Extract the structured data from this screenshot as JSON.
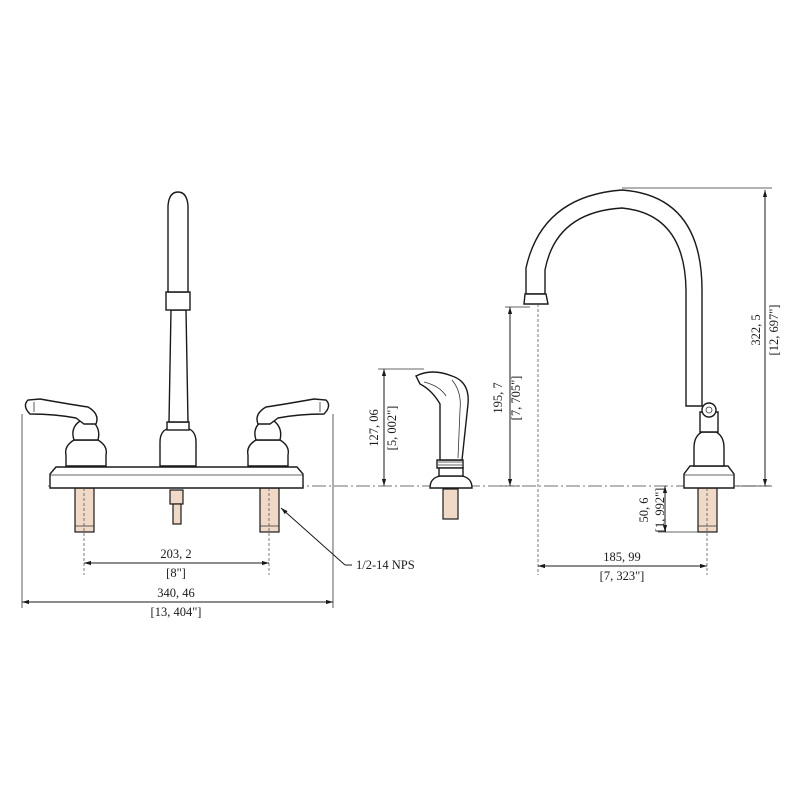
{
  "dimensions": {
    "handle_spacing": {
      "metric": "203, 2",
      "imperial": "[8\"]"
    },
    "overall_width": {
      "metric": "340, 46",
      "imperial": "[13, 404\"]"
    },
    "thread_note": "1/2-14 NPS",
    "sprayer_height": {
      "metric": "127, 06",
      "imperial": "[5, 002\"]"
    },
    "spout_outlet_height": {
      "metric": "195, 7",
      "imperial": "[7, 705\"]"
    },
    "overall_height": {
      "metric": "322, 5",
      "imperial": "[12, 697\"]"
    },
    "shank_length": {
      "metric": "50, 6",
      "imperial": "[1, 992\"]"
    },
    "spout_reach": {
      "metric": "185, 99",
      "imperial": "[7, 323\"]"
    }
  }
}
